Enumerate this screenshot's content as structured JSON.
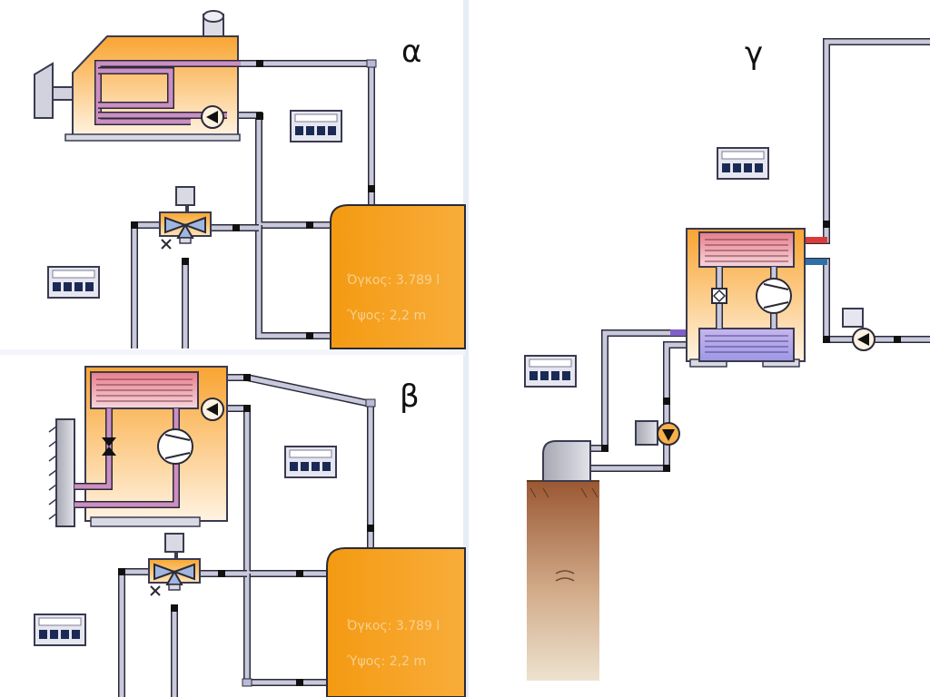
{
  "panels": {
    "a": {
      "label": "α",
      "tank_volume": "Όγκος: 3.789 l",
      "tank_height": "Ύψος: 2,2 m"
    },
    "b": {
      "label": "β",
      "tank_volume": "Όγκος: 3.789 l",
      "tank_height": "Ύψος: 2,2 m"
    },
    "g": {
      "label": "γ"
    }
  },
  "colors": {
    "tank": "#f7a21b",
    "unit_top": "#f9a431",
    "unit_bottom": "#fff1dc",
    "pipe_outline": "#2a2a38",
    "pipe_fill": "#c9c9dd",
    "coil_hot": "#e87e8b",
    "coil_cold": "#a9a5e6",
    "ground": "#b4734a",
    "divider": "#e7edf6"
  }
}
